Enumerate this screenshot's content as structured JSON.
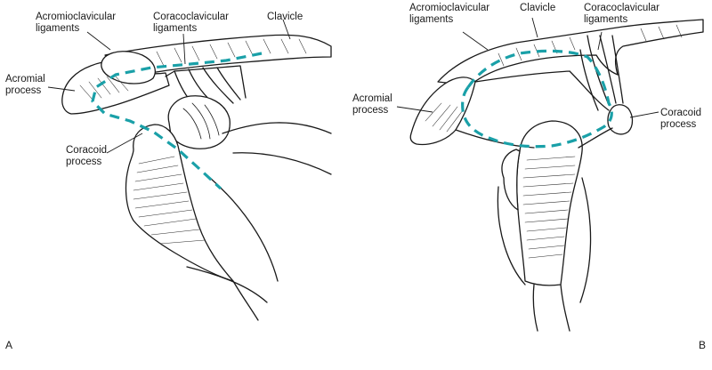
{
  "colors": {
    "dashed_outline": "#1aa0a8",
    "ink": "#1a1a1a"
  },
  "panel_a": {
    "letter": "A",
    "labels": {
      "acromioclavicular_line1": "Acromioclavicular",
      "acromioclavicular_line2": "ligaments",
      "coracoclavicular_line1": "Coracoclavicular",
      "coracoclavicular_line2": "ligaments",
      "clavicle": "Clavicle",
      "acromial_line1": "Acromial",
      "acromial_line2": "process",
      "coracoid_line1": "Coracoid",
      "coracoid_line2": "process"
    }
  },
  "panel_b": {
    "letter": "B",
    "labels": {
      "acromioclavicular_line1": "Acromioclavicular",
      "acromioclavicular_line2": "ligaments",
      "clavicle": "Clavicle",
      "coracoclavicular_line1": "Coracoclavicular",
      "coracoclavicular_line2": "ligaments",
      "acromial_line1": "Acromial",
      "acromial_line2": "process",
      "coracoid_line1": "Coracoid",
      "coracoid_line2": "process"
    }
  }
}
